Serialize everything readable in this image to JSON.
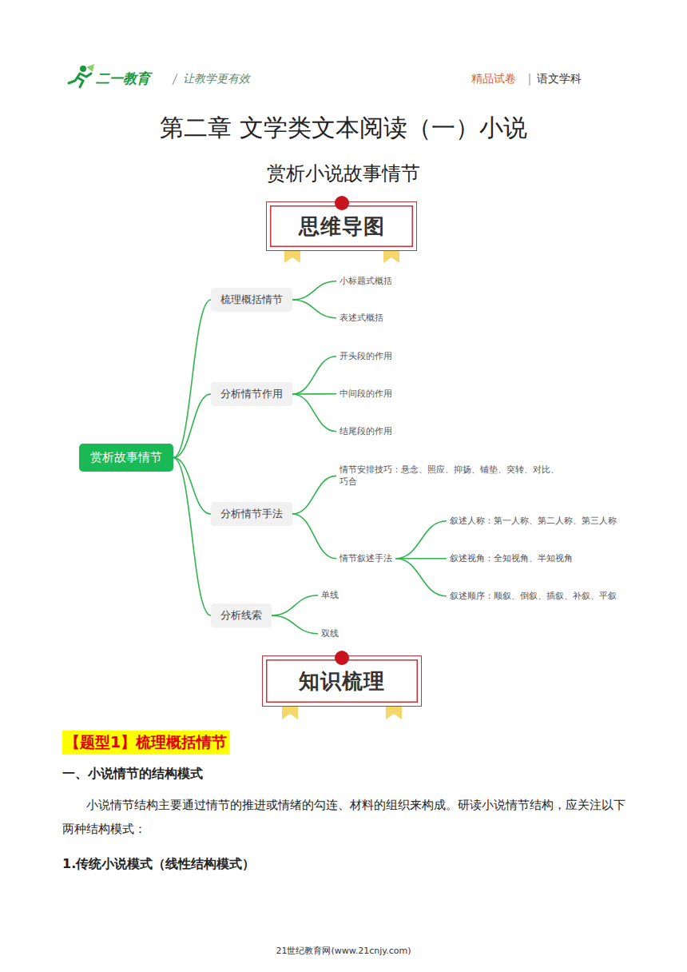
{
  "diagram": {
    "title": "第二章 文学类文本阅读（一）小说",
    "nodes": [
      {
        "text": [
          "思维导图"
        ]
      },
      {
        "text": [
          "赏析故事情节"
        ]
      },
      {
        "text": [
          "梳理概括情节"
        ]
      },
      {
        "text": [
          "小标题式概括"
        ]
      },
      {
        "text": [
          "表述式概括"
        ]
      },
      {
        "text": [
          "分析情节作用"
        ]
      },
      {
        "text": [
          "开头段的作用"
        ]
      },
      {
        "text": [
          "中间段的作用"
        ]
      },
      {
        "text": [
          "结尾段的作用"
        ]
      },
      {
        "text": [
          "分析情节手法"
        ]
      },
      {
        "text": [
          "情节安排技巧：悬念、照应、抑扬、铺垫、突转、对比、巧合"
        ]
      },
      {
        "text": [
          "情节叙述手法"
        ]
      },
      {
        "text": [
          "叙述人称：第一人称、第二人称、第三人称"
        ]
      },
      {
        "text": [
          "叙述视角：全知视角、半知视角"
        ]
      },
      {
        "text": [
          "叙述顺序：顺叙、倒叙、插叙、补叙、平叙"
        ]
      },
      {
        "text": [
          "分析线索"
        ]
      },
      {
        "text": [
          "单线"
        ]
      },
      {
        "text": [
          "双线"
        ]
      },
      {
        "text": [
          "知识梳理"
        ]
      },
      {
        "text": [
          "【题型1】梳理概括情节"
        ]
      }
    ],
    "edges": [
      {
        "from": 1,
        "to": 2,
        "arrow": "none"
      },
      {
        "from": 1,
        "to": 5,
        "arrow": "none"
      },
      {
        "from": 1,
        "to": 9,
        "arrow": "none"
      },
      {
        "from": 1,
        "to": 15,
        "arrow": "none"
      },
      {
        "from": 2,
        "to": 3,
        "arrow": "none"
      },
      {
        "from": 2,
        "to": 4,
        "arrow": "none"
      },
      {
        "from": 5,
        "to": 6,
        "arrow": "none"
      },
      {
        "from": 5,
        "to": 7,
        "arrow": "none"
      },
      {
        "from": 5,
        "to": 8,
        "arrow": "none"
      },
      {
        "from": 9,
        "to": 10,
        "arrow": "none"
      },
      {
        "from": 9,
        "to": 11,
        "arrow": "none"
      },
      {
        "from": 11,
        "to": 12,
        "arrow": "none"
      },
      {
        "from": 11,
        "to": 13,
        "arrow": "none"
      },
      {
        "from": 11,
        "to": 14,
        "arrow": "none"
      },
      {
        "from": 15,
        "to": 16,
        "arrow": "none"
      },
      {
        "from": 15,
        "to": 17,
        "arrow": "none"
      }
    ],
    "labels": [
      "二一教育",
      "让教学更有效",
      "精品试卷",
      "语文学科",
      "赏析小说故事情节",
      "一、小说情节的结构模式",
      "小说情节结构主要通过情节的推进或情绪的勾连、材料的组织来构成。研读小说情节结构，应关注以下两种结构模式：",
      "1.传统小说模式（线性结构模式）",
      "21世纪教育网(www.21cnjy.com)"
    ]
  }
}
